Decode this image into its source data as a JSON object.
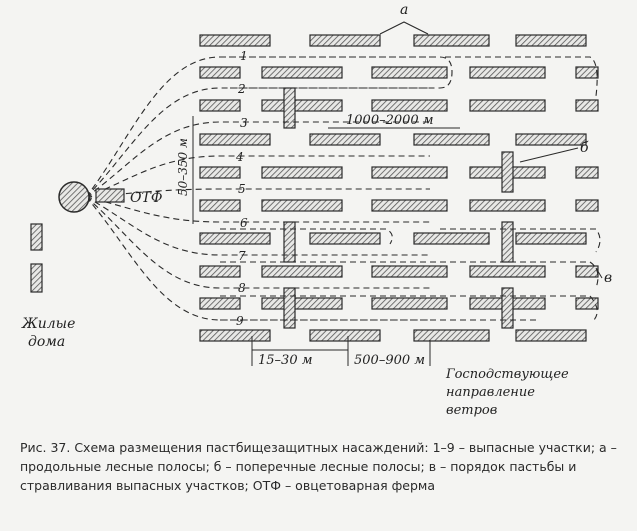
{
  "labels": {
    "a": "a",
    "b": "б",
    "v": "в",
    "otf": "ОТФ",
    "houses_line1": "Жилые",
    "houses_line2": "дома",
    "dist_long": "1000–2000 м",
    "dist_vert": "50–350 м",
    "dist_small": "15–30 м",
    "dist_mid": "500–900 м",
    "wind_line1": "Господствующее",
    "wind_line2": "направление",
    "wind_line3": "ветров",
    "sections": [
      "1",
      "2",
      "3",
      "4",
      "5",
      "6",
      "7",
      "8",
      "9"
    ]
  },
  "caption": {
    "text": "Рис. 37. Схема размещения пастбищезащитных насаждений: 1–9 – выпасные участки; а – продольные лесные полосы; б – поперечные лесные полосы; в – порядок пастьбы и стравливания выпасных участков; ОТФ – овцетоварная ферма"
  },
  "colors": {
    "ink": "#2a2a2a",
    "hatch": "#555555",
    "paper": "#f4f4f2"
  }
}
